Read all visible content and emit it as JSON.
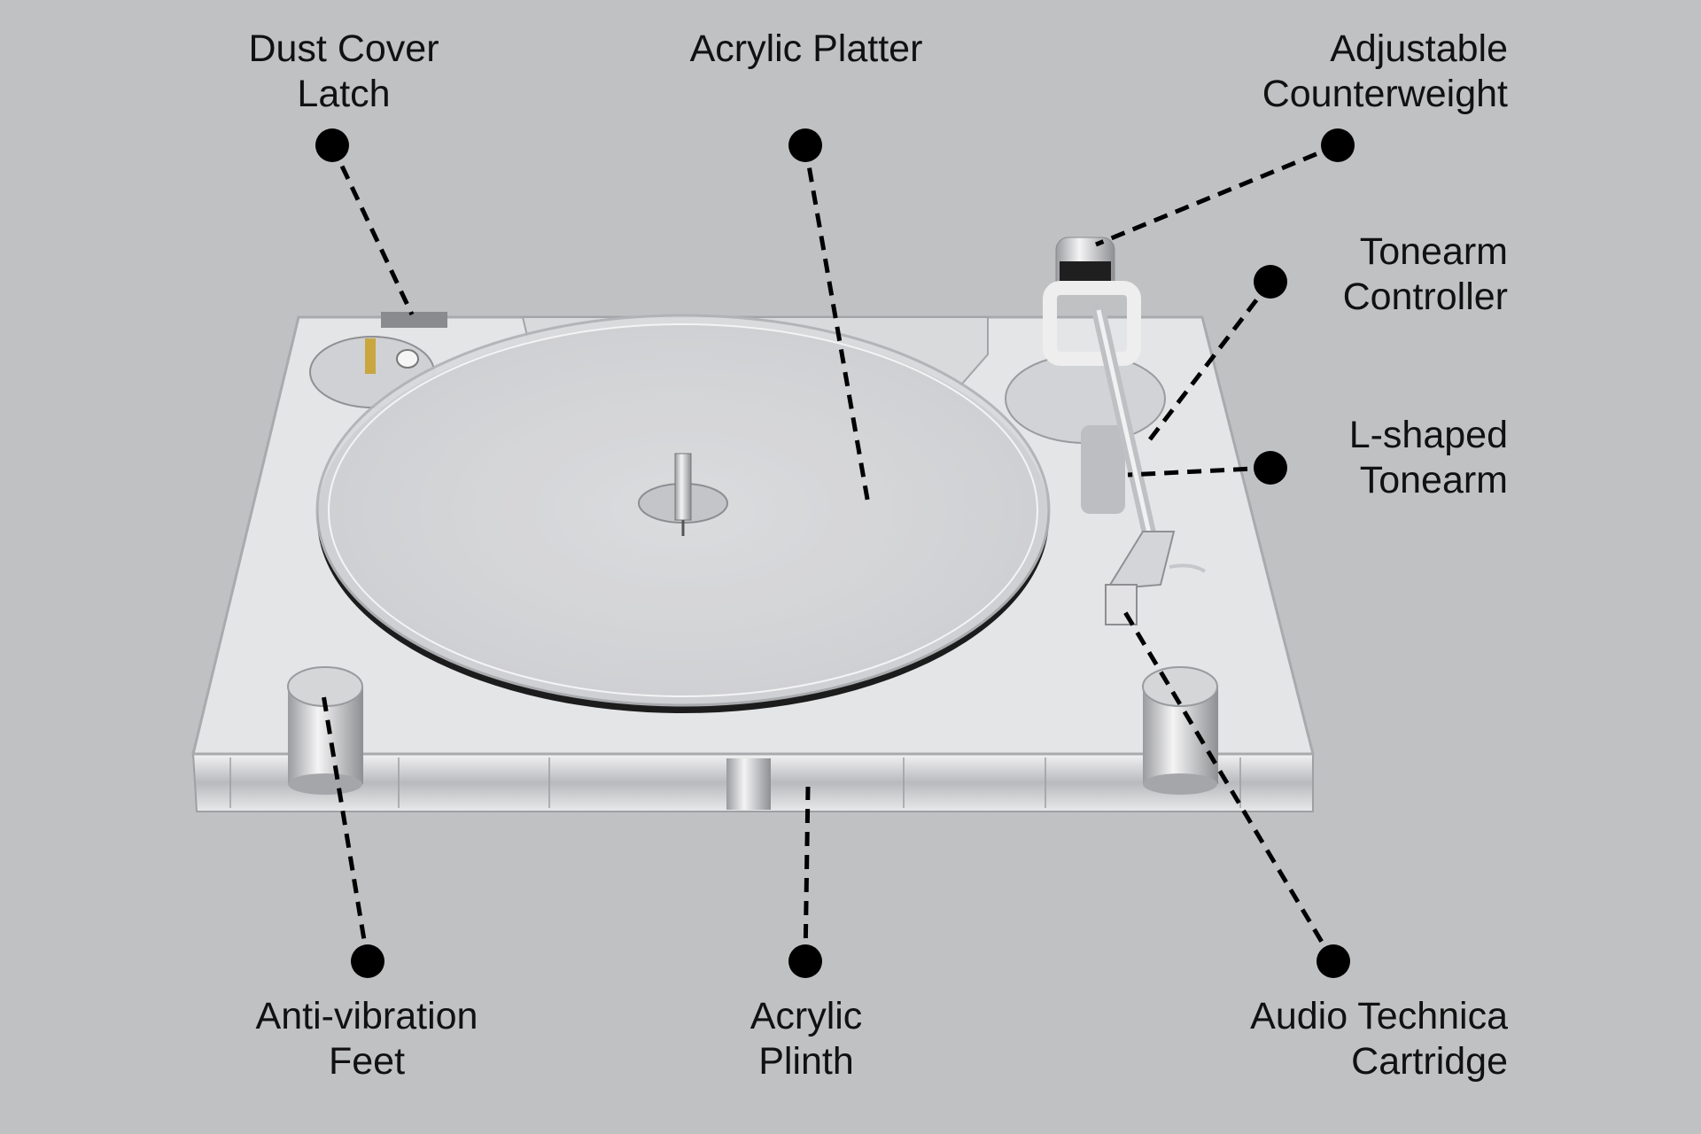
{
  "title": "Acrylic Turntable Components",
  "colors": {
    "background": "#c0c1c3",
    "callout": "#000000",
    "plinth": "#e4e5e7"
  },
  "callouts": [
    {
      "id": "dust-cover-latch",
      "lines": [
        "Dust Cover",
        "Latch"
      ]
    },
    {
      "id": "acrylic-platter",
      "lines": [
        "Acrylic Platter"
      ]
    },
    {
      "id": "adjustable-counterweight",
      "lines": [
        "Adjustable",
        "Counterweight"
      ]
    },
    {
      "id": "tonearm-controller",
      "lines": [
        "Tonearm",
        "Controller"
      ]
    },
    {
      "id": "l-shaped-tonearm",
      "lines": [
        "L-shaped",
        "Tonearm"
      ]
    },
    {
      "id": "anti-vibration-feet",
      "lines": [
        "Anti-vibration",
        "Feet"
      ]
    },
    {
      "id": "acrylic-plinth",
      "lines": [
        "Acrylic",
        "Plinth"
      ]
    },
    {
      "id": "audio-technica-cartridge",
      "lines": [
        "Audio Technica",
        "Cartridge"
      ]
    }
  ]
}
